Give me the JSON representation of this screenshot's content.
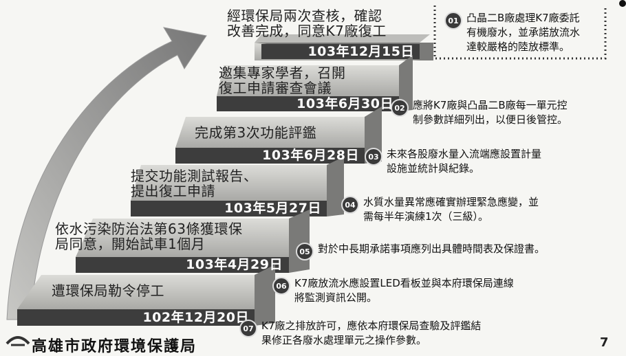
{
  "steps": [
    {
      "text": "遭環保局勒令停工",
      "date": "102年12月20日"
    },
    {
      "text": "依水污染防治法第63條獲環保\n局同意，開始試車1個月",
      "date": "103年4月29日"
    },
    {
      "text": "提交功能測試報告、\n提出復工申請",
      "date": "103年5月27日"
    },
    {
      "text": "完成第3次功能評鑑",
      "date": "103年6月28日"
    },
    {
      "text": "邀集專家學者，召開\n復工申請審查會議",
      "date": "103年6月30日"
    },
    {
      "text": "經環保局兩次查核，確認\n改善完成，同意K7廠復工",
      "date": "103年12月15日"
    }
  ],
  "notes": [
    {
      "num": "01",
      "text": "凸晶二B廠處理K7廠委託\n有機廢水，並承諾放流水\n達較嚴格的陸放標準。"
    },
    {
      "num": "02",
      "text": "應將K7廠與凸晶二B廠每一單元控\n制參數詳細列出，以便日後管控。"
    },
    {
      "num": "03",
      "text": "未來各股廢水量入流端應設置計量\n設施並統計與紀錄。"
    },
    {
      "num": "04",
      "text": "水質水量異常應確實辦理緊急應變，並\n需每半年演練1次（三級）。"
    },
    {
      "num": "05",
      "text": "對於中長期承諾事項應列出具體時間表及保證書。"
    },
    {
      "num": "06",
      "text": "K7廠放流水應設置LED看板並與本府環保局連線\n將監測資訊公開。"
    },
    {
      "num": "07",
      "text": "K7廠之排放許可，應依本府環保局查驗及評鑑結\n果修正各廢水處理單元之操作參數。"
    }
  ],
  "footer": {
    "org_name": "高雄市政府環境保護局",
    "page_number": "7"
  },
  "colors": {
    "step_top": "#cfcfcc",
    "step_face": "#6a6a6a",
    "date_band": "#3d3d3d",
    "arrow": "#8a8a88",
    "badge": "#3a3a3a"
  },
  "icons": [
    "arrow-icon",
    "agency-logo-icon",
    "number-badge-icon"
  ]
}
